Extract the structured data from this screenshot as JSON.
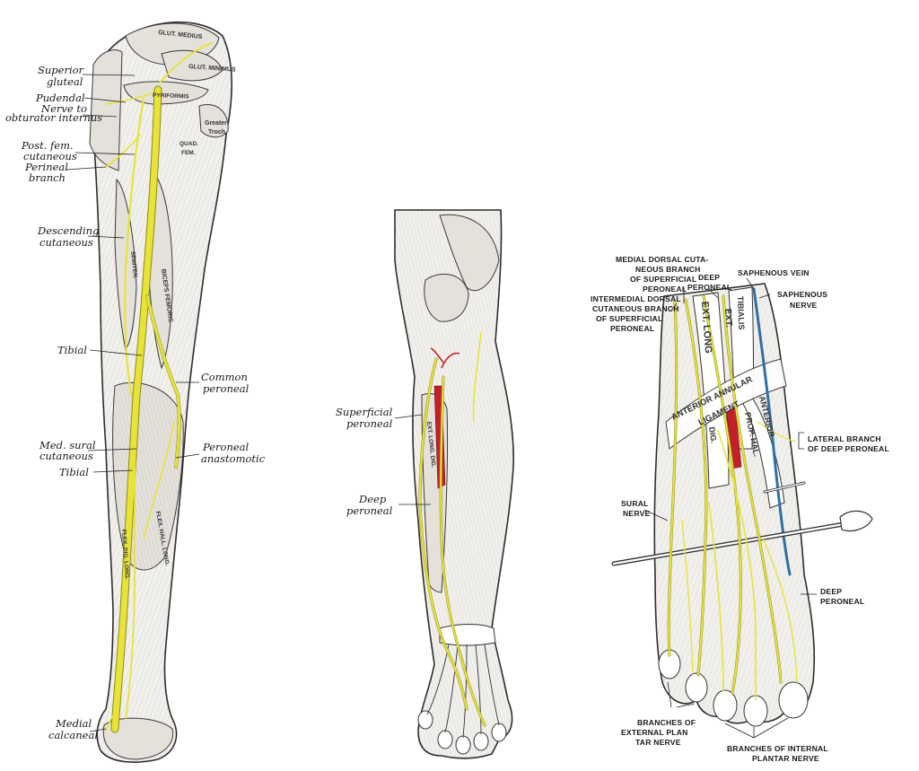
{
  "leg_posterior": {
    "labels": {
      "superior_gluteal": [
        "Superior",
        "gluteal"
      ],
      "pudendal": "Pudendal",
      "nerve_to_obturator": [
        "Nerve to",
        "obturator internus"
      ],
      "post_fem_cutaneous": [
        "Post. fem.",
        "cutaneous"
      ],
      "perineal_branch": [
        "Perineal",
        "branch"
      ],
      "descending_cutaneous": [
        "Descending",
        "cutaneous"
      ],
      "tibial_upper": "Tibial",
      "common_peroneal": [
        "Common",
        "peroneal"
      ],
      "med_sural_cutaneous": [
        "Med. sural",
        "cutaneous"
      ],
      "tibial_lower": "Tibial",
      "peroneal_anastomotic": [
        "Peroneal",
        "anastomotic"
      ],
      "medial_calcaneal": [
        "Medial",
        "calcaneal"
      ]
    },
    "embedded": {
      "glut_medius": "GLUT. MEDIUS",
      "glut_minimus": "GLUT. MINIMUS",
      "pyriformis": "PYRIFORMIS",
      "greater_troch": [
        "Greater",
        "Troch."
      ],
      "quad_fem": [
        "QUAD.",
        "FEM."
      ],
      "biceps_femoris": "BICEPS FEMORIS",
      "semitendinosus": "SEMITEN.",
      "flex_dig_long": "FLEX. DIG. LONG.",
      "flex_hall_long": "FLEX. HALL. LONG."
    }
  },
  "leg_anterior": {
    "labels": {
      "superficial_peroneal": [
        "Superficial",
        "peroneal"
      ],
      "deep_peroneal": [
        "Deep",
        "peroneal"
      ]
    },
    "embedded": {
      "ext_long_dig": "EXT. LONG. DIG."
    }
  },
  "foot_dorsal": {
    "labels": {
      "medial_dorsal": [
        "MEDIAL DORSAL CUTA-",
        "NEOUS BRANCH",
        "OF SUPERFICIAL",
        "PERONEAL"
      ],
      "intermedial_dorsal": [
        "INTERMEDIAL DORSAL",
        "CUTANEOUS BRANCH",
        "OF SUPERFICIAL",
        "PERONEAL"
      ],
      "deep_peroneal_top": [
        "DEEP",
        "PERONEAL"
      ],
      "saphenous_vein": "SAPHENOUS VEIN",
      "saphenous_nerve": [
        "SAPHENOUS",
        "NERVE"
      ],
      "lateral_branch": [
        "LATERAL BRANCH",
        "OF DEEP PERONEAL"
      ],
      "sural_nerve": [
        "SURAL",
        "NERVE"
      ],
      "deep_peroneal_bottom": [
        "DEEP",
        "PERONEAL"
      ],
      "branches_external": [
        "BRANCHES OF",
        "EXTERNAL PLAN",
        "TAR NERVE"
      ],
      "branches_internal": [
        "BRANCHES OF INTERNAL",
        "PLANTAR NERVE"
      ]
    },
    "embedded": {
      "ext_long": "EXT. LONG",
      "ext": "EXT.",
      "tibialis": "TIBIALIS",
      "anterior": "ANTERIOR",
      "annular": "ANTERIOR ANNULAR",
      "ligament": "LIGAMENT",
      "dig": "DIG.",
      "prop_hal": "PROP. HAL."
    }
  },
  "colors": {
    "nerve": "#e8e337",
    "artery": "#c4202a",
    "vein": "#2f6fa8"
  }
}
